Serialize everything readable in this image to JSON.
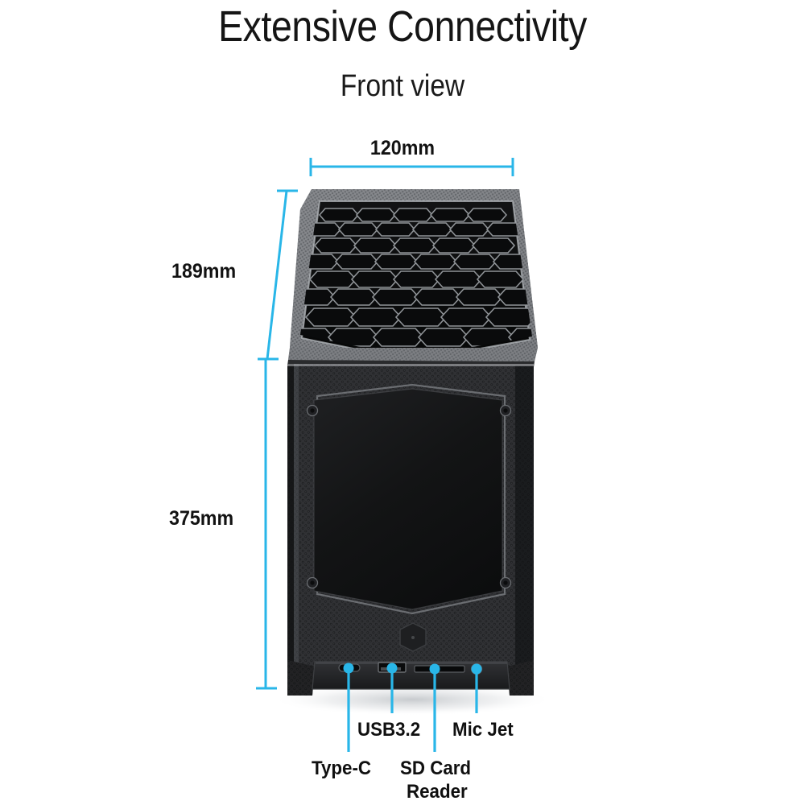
{
  "heading": {
    "title": "Extensive Connectivity",
    "subtitle": "Front view"
  },
  "product": {
    "name": "pc-case-front-view",
    "body_color": "#2b2c2e",
    "panel_color": "#151618",
    "mesh_color": "#3a3b3e",
    "accent_color": "#29b6e8"
  },
  "dimensions": {
    "width": "120mm",
    "height": "189mm",
    "depth": "375mm"
  },
  "ports": [
    {
      "id": "type-c",
      "label": "Type-C",
      "label2": ""
    },
    {
      "id": "usb32",
      "label": "USB3.2",
      "label2": ""
    },
    {
      "id": "sd-card",
      "label": "SD Card",
      "label2": "Reader"
    },
    {
      "id": "mic-jet",
      "label": "Mic Jet",
      "label2": ""
    }
  ],
  "labels": {
    "type_c": "Type-C",
    "usb32": "USB3.2",
    "sd_card_line1": "SD Card",
    "sd_card_line2": "Reader",
    "mic_jet": "Mic Jet"
  }
}
